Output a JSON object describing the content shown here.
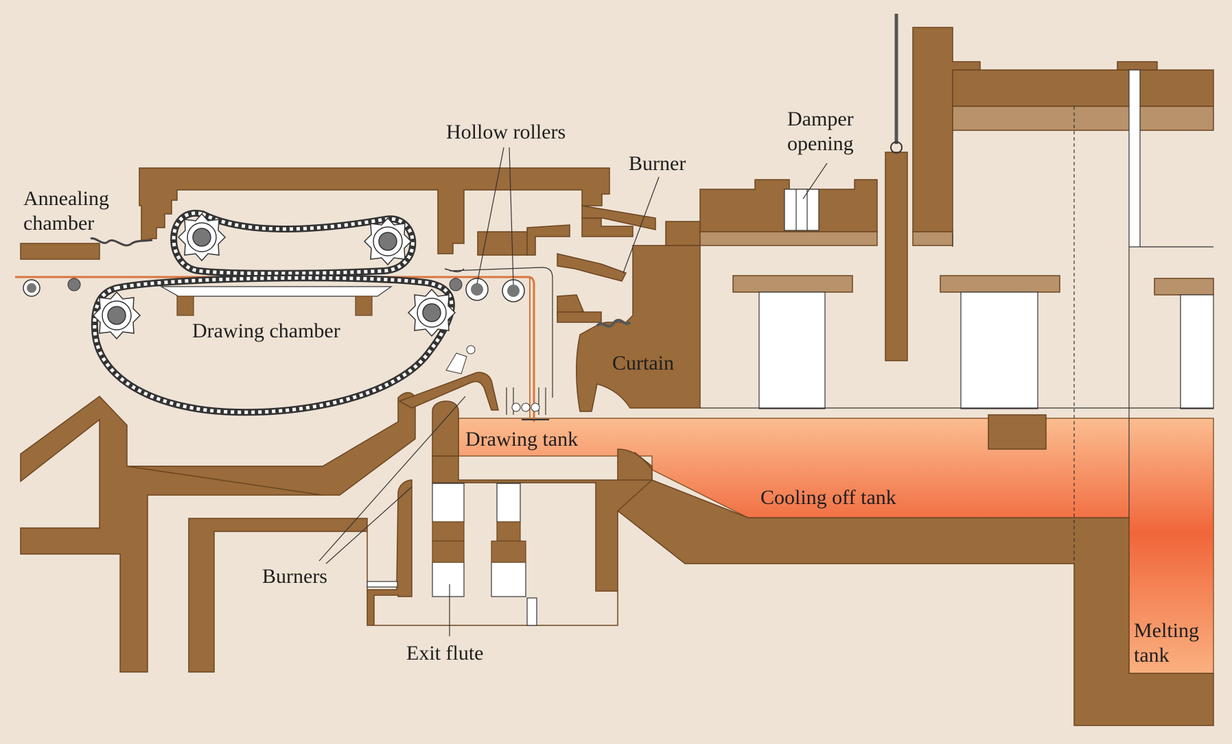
{
  "colors": {
    "background": "#efe3d5",
    "brick": "#9a6b3b",
    "brick_light": "#b8926a",
    "glass_hot": "#f0663a",
    "glass_warm": "#fbb98c",
    "sheet": "#d9743e",
    "opening": "#ffffff",
    "outline": "#2b2b2b"
  },
  "labels": {
    "annealing_chamber": [
      "Annealing",
      "chamber"
    ],
    "hollow_rollers": "Hollow rollers",
    "damper_opening": [
      "Damper",
      "opening"
    ],
    "burner": "Burner",
    "drawing_chamber": "Drawing chamber",
    "curtain": "Curtain",
    "drawing_tank": "Drawing tank",
    "cooling_off_tank": "Cooling off tank",
    "burners": "Burners",
    "exit_flute": "Exit flute",
    "melting_tank": [
      "Melting",
      "tank"
    ]
  },
  "icons": [
    "gear-icon",
    "roller-icon",
    "belt-icon"
  ]
}
